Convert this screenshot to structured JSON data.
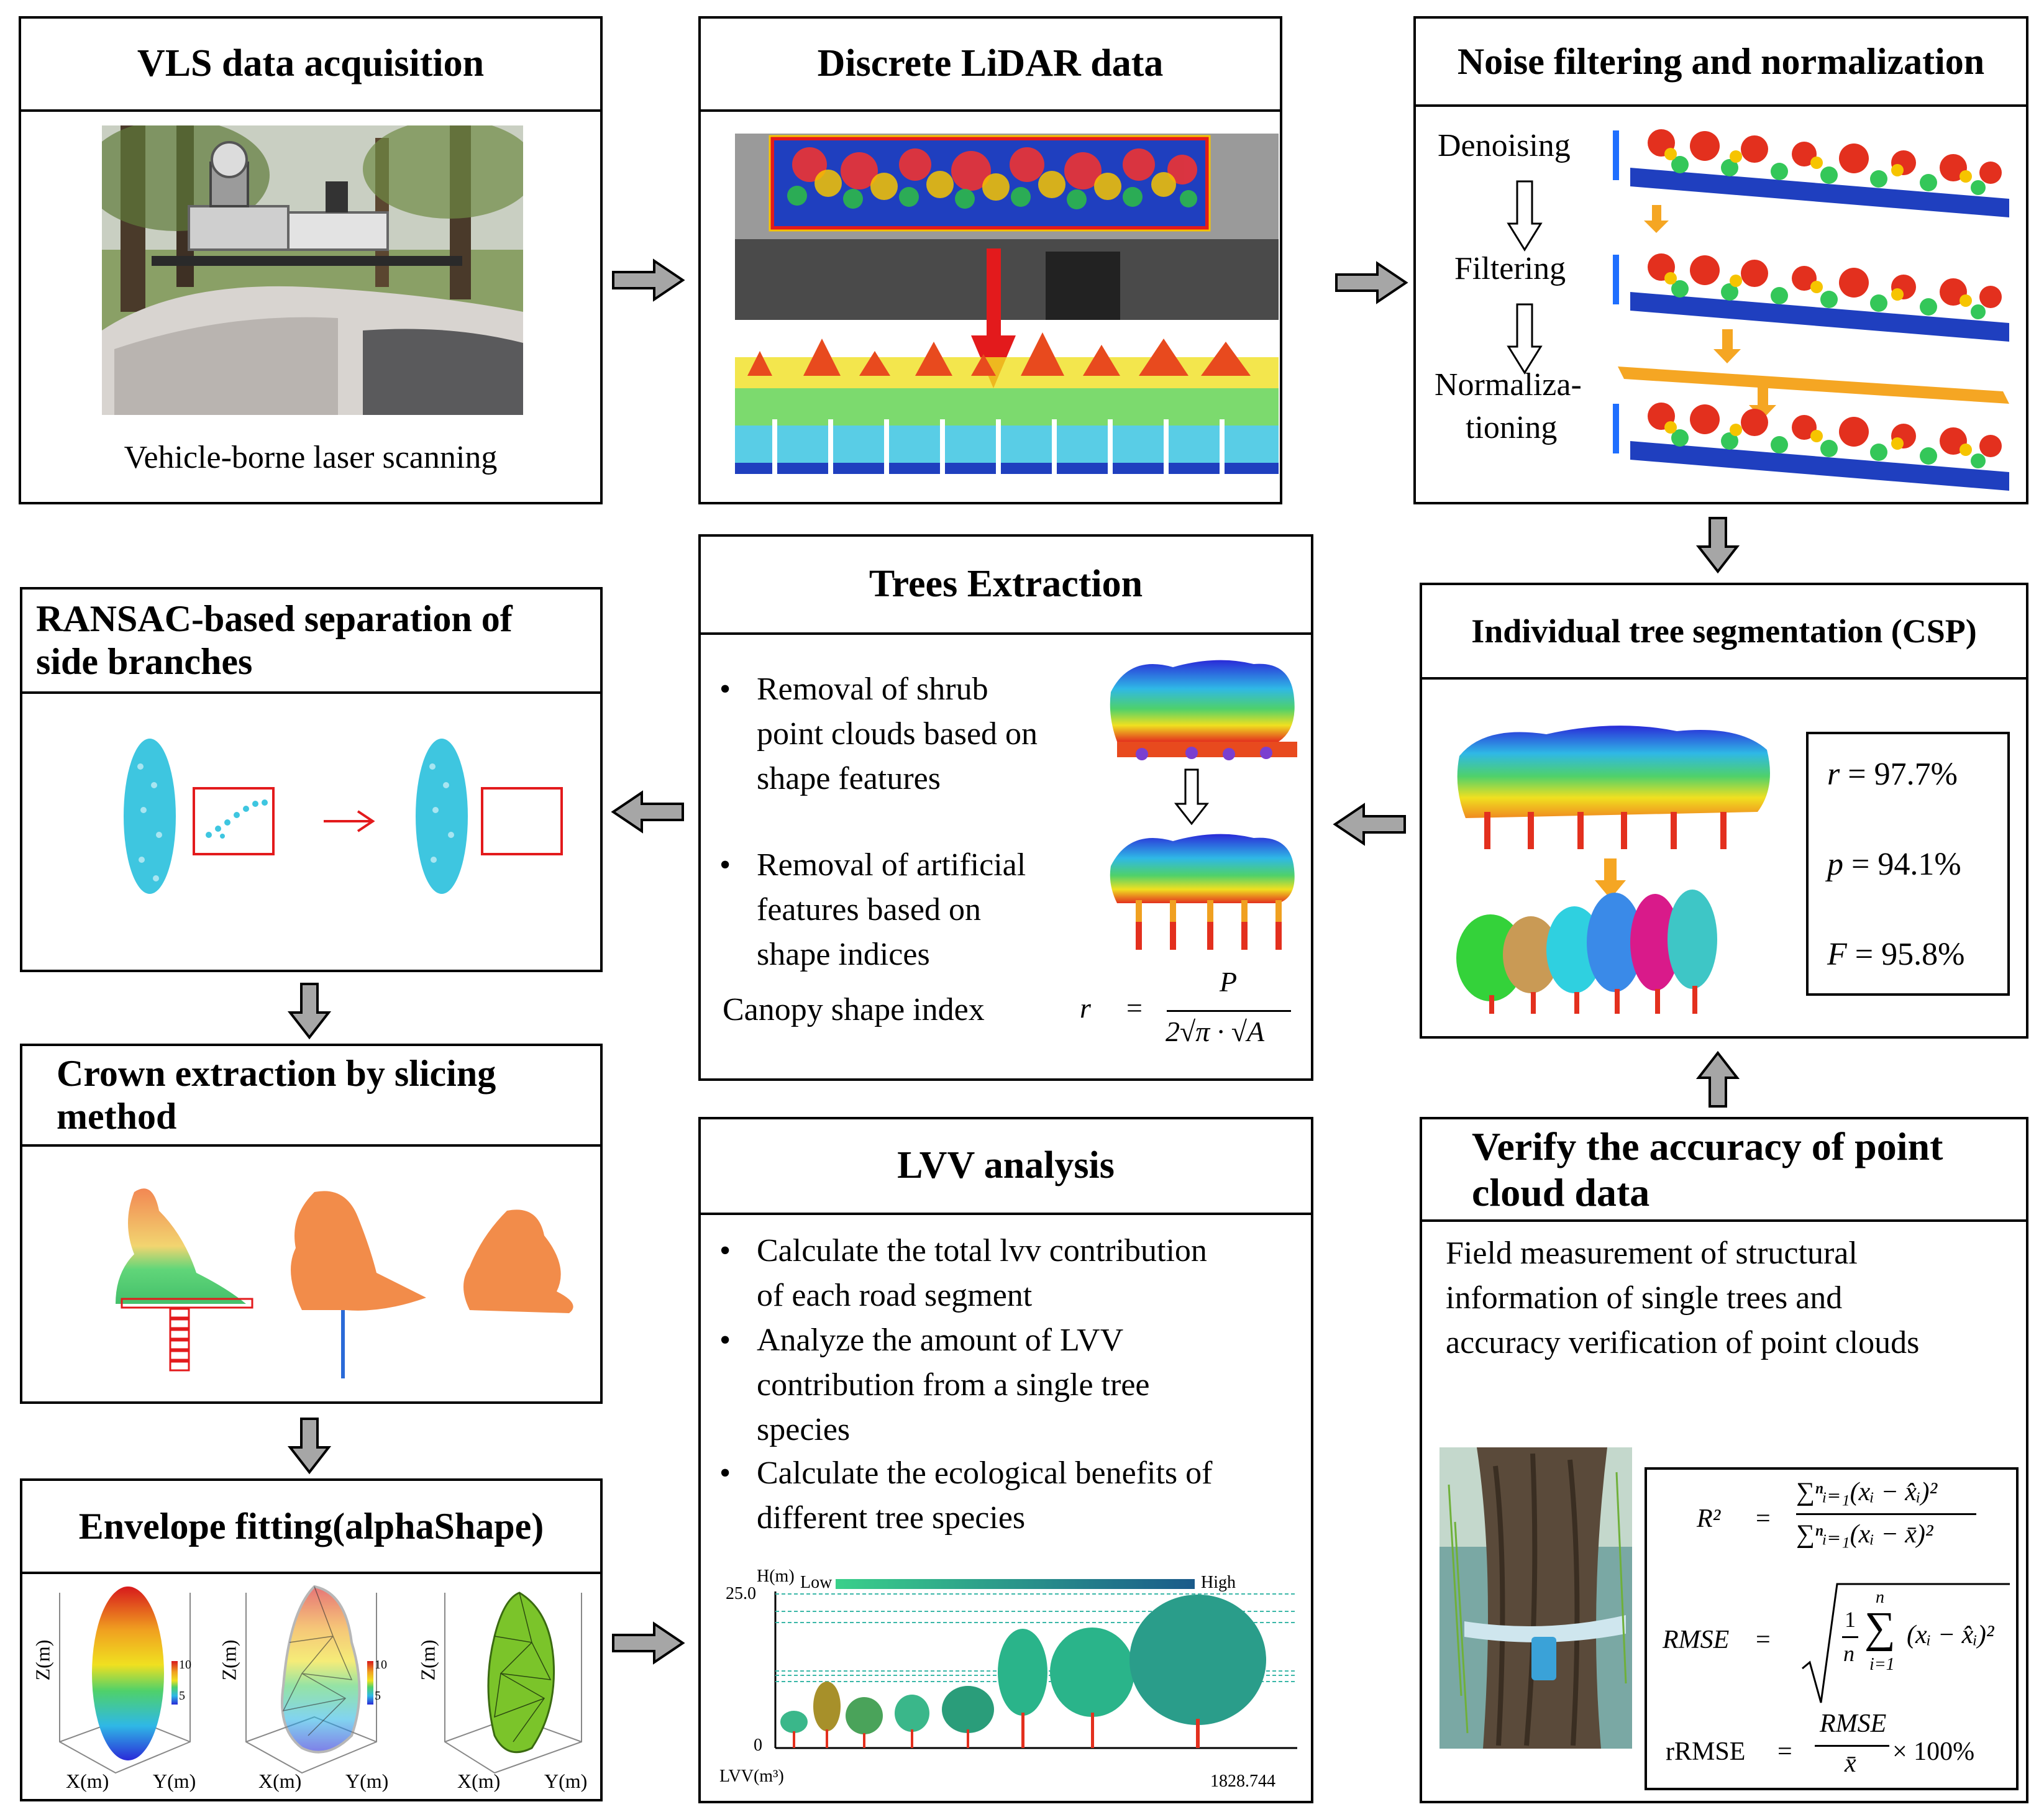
{
  "panels": {
    "vls": {
      "title": "VLS data acquisition",
      "caption": "Vehicle-borne laser scanning"
    },
    "discrete": {
      "title": "Discrete LiDAR data"
    },
    "noise": {
      "title": "Noise filtering and normalization",
      "steps": [
        "Denoising",
        "Filtering",
        "Normaliza-",
        "tioning"
      ]
    },
    "ransac": {
      "title_line1": "RANSAC-based separation of",
      "title_line2": "side branches"
    },
    "trees": {
      "title": "Trees Extraction",
      "bullet1_lines": [
        "Removal of shrub",
        "point clouds based on",
        "shape features"
      ],
      "bullet2_lines": [
        "Removal of artificial",
        "features based on",
        "shape indices"
      ],
      "canopy_label": "Canopy shape index",
      "formula": {
        "lhs": "r",
        "eq": "=",
        "num": "P",
        "den": "2√π · √A"
      }
    },
    "segmentation": {
      "title": "Individual tree segmentation (CSP)",
      "metrics": [
        {
          "sym": "r",
          "text": " = 97.7%"
        },
        {
          "sym": "p",
          "text": " = 94.1%"
        },
        {
          "sym": "F",
          "text": " = 95.8%"
        }
      ]
    },
    "crown": {
      "title_line1": "Crown extraction by slicing",
      "title_line2": "method"
    },
    "lvv": {
      "title": "LVV analysis",
      "bullet1_lines": [
        "Calculate the total lvv contribution",
        "of each road segment"
      ],
      "bullet2_lines": [
        "Analyze the amount of LVV",
        "contribution from a single tree",
        "species"
      ],
      "bullet3_lines": [
        "Calculate the ecological benefits of",
        "different tree species"
      ],
      "chart": {
        "ylabel": "H(m)",
        "ymax": "25.0",
        "ymin": "0",
        "low": "Low",
        "high": "High",
        "xlabel": "LVV(m³)",
        "xmax": "1828.744"
      }
    },
    "verify": {
      "title_line1": "Verify the accuracy of point",
      "title_line2": "cloud data",
      "desc_lines": [
        "Field measurement of structural",
        "information of single trees and",
        "accuracy verification of point clouds"
      ],
      "formulas": {
        "r2": {
          "lhs": "R²",
          "eq": "=",
          "num": "∑ⁿᵢ₌₁(xᵢ − x̂ᵢ)²",
          "den": "∑ⁿᵢ₌₁(xᵢ − x̄)²"
        },
        "rmse": {
          "lhs": "RMSE",
          "eq": "=",
          "body": "1/n ∑ (xᵢ − x̂ᵢ)²",
          "sum_top": "n",
          "sum_bot": "i=1",
          "frac_num": "1",
          "frac_den": "n"
        },
        "rrmse": {
          "lhs": "rRMSE",
          "eq": "=",
          "num": "RMSE",
          "den": "x̄",
          "tail": "× 100%"
        }
      }
    },
    "envelope": {
      "title": "Envelope fitting(alphaShape)",
      "axes": {
        "x": "X(m)",
        "y": "Y(m)",
        "z": "Z(m)"
      },
      "colorbar": [
        "10",
        "5"
      ]
    }
  },
  "colors": {
    "arrow_gray": "#a6a6a6",
    "red": "#e31a1c",
    "orange": "#f5a623",
    "cyan": "#3ec6e0"
  }
}
